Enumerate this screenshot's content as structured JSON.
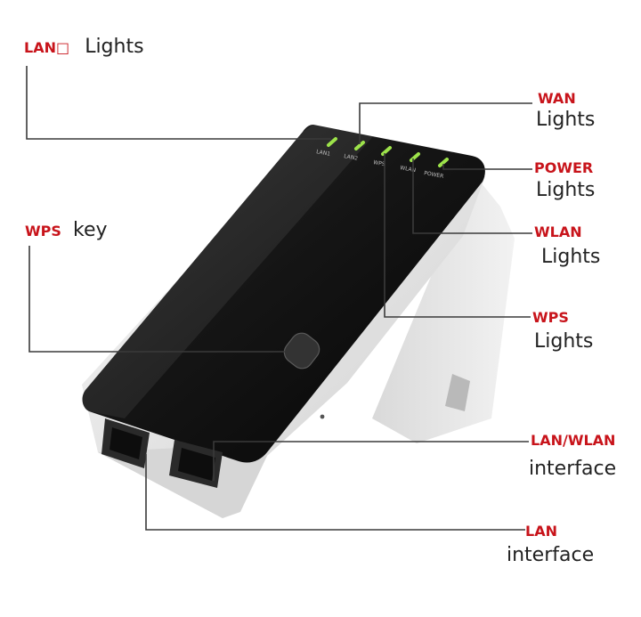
{
  "colors": {
    "label_red": "#c8141b",
    "label_black": "#222222",
    "leader_line": "#3a3a3a",
    "led_green": "#9de34a",
    "device_top": "#1b1b1b",
    "device_body": "#e8e8e8"
  },
  "device": {
    "led_labels": [
      "LAN1",
      "LAN2",
      "WPS",
      "WLAN",
      "POWER"
    ]
  },
  "callouts": {
    "lan_lights": {
      "key": "LAN□",
      "text": "Lights"
    },
    "wps_key": {
      "key": "WPS",
      "text": "key"
    },
    "wan_lights": {
      "key": "WAN",
      "text": "Lights"
    },
    "power_lights": {
      "key": "POWER",
      "text": "Lights"
    },
    "wlan_lights": {
      "key": "WLAN",
      "text": "Lights"
    },
    "wps_lights": {
      "key": "WPS",
      "text": "Lights"
    },
    "lan_wlan_interface": {
      "key": "LAN/WLAN",
      "text": "interface"
    },
    "lan_interface": {
      "key": "LAN",
      "text": "interface"
    }
  }
}
